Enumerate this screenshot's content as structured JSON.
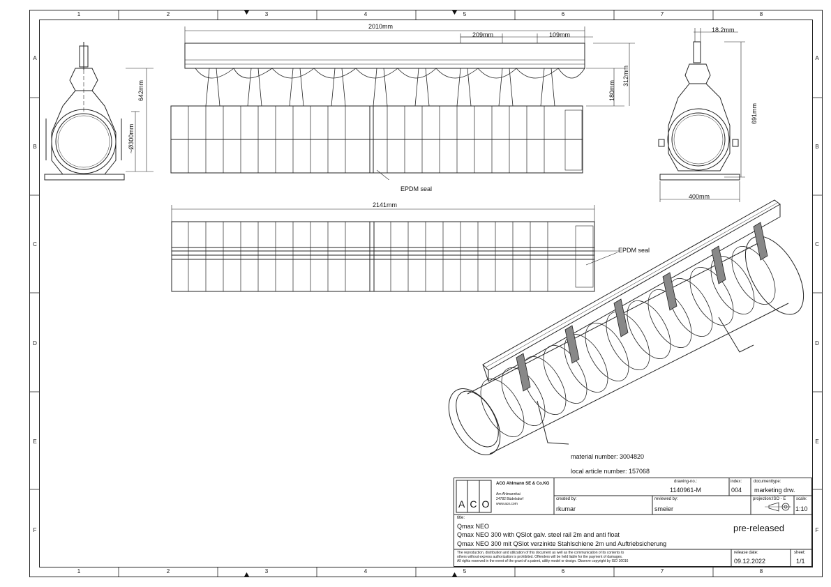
{
  "zones": {
    "columns": [
      "1",
      "2",
      "3",
      "4",
      "5",
      "6",
      "7",
      "8"
    ],
    "rows": [
      "A",
      "B",
      "C",
      "D",
      "E",
      "F"
    ]
  },
  "dimensions": {
    "overall_length_top": "2010mm",
    "spacing_1": "209mm",
    "spacing_2": "109mm",
    "rail_width": "18.2mm",
    "height_left": "642mm",
    "pipe_diameter": "~Ø300mm",
    "height_180": "180mm",
    "height_312": "312mm",
    "height_right": "691mm",
    "base_width": "400mm",
    "overall_length_plan": "2141mm"
  },
  "labels": {
    "seal_side": "EPDM seal",
    "seal_plan": "EPDM seal",
    "material_number": "material number: 3004820",
    "local_article": "local article number: 157068"
  },
  "title_block": {
    "company_name": "ACO Ahlmann SE & Co.KG",
    "company_address_1": "Am Ahlmannkai",
    "company_address_2": "24782 Büdelsdorf",
    "company_web": "www.aco.com",
    "logo_letters": [
      "A",
      "C",
      "O"
    ],
    "drawing_no_label": "drawing-no.:",
    "drawing_no": "1140961-M",
    "index_label": "index:",
    "index": "004",
    "doctype_label": "documenttype:",
    "doctype": "marketing drw.",
    "created_label": "created by:",
    "created": "rkumar",
    "reviewed_label": "reviewed by:",
    "reviewed": "smeier",
    "projection_label": "projection:ISO - E",
    "scale_label": "scale:",
    "scale": "1:10",
    "title_label": "title:",
    "title_1": "Qmax NEO",
    "title_2": "Qmax NEO 300 with QSlot galv. steel rail 2m and anti float",
    "title_3": "Qmax NEO 300 mit QSlot verzinkte Stahlschiene 2m und Auftriebsicherung",
    "status": "pre-released",
    "legal_1": "The reproduction, distribution and utilization of this document as well as the communication of its contents to",
    "legal_2": "others without express authorization is prohibited. Offenders will be held liable for the payment of damages.",
    "legal_3": "All rights reserved in the event of the grant of a patent, utility model or design. Observe copyright by ISO 16016",
    "release_label": "release date:",
    "release": "09.12.2022",
    "sheet_label": "sheet:",
    "sheet": "1/1"
  }
}
